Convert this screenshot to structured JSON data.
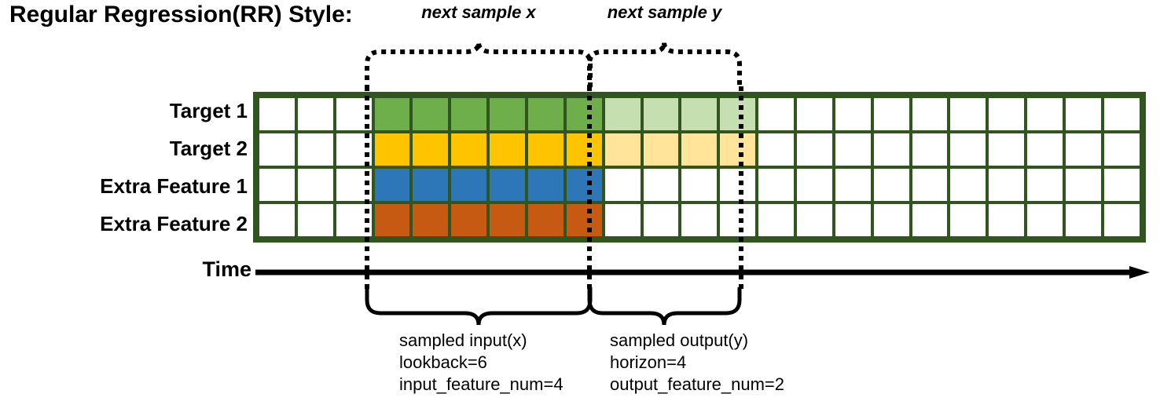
{
  "title": "Regular Regression(RR) Style:",
  "rows": [
    {
      "label": "Target 1",
      "color_key": "green"
    },
    {
      "label": "Target 2",
      "color_key": "yellow"
    },
    {
      "label": "Extra Feature 1",
      "color_key": "blue"
    },
    {
      "label": "Extra Feature 2",
      "color_key": "orange"
    }
  ],
  "grid": {
    "columns": 23,
    "leading_blank_columns": 3,
    "input_columns": 6,
    "output_columns": 4,
    "trailing_blank_columns": 10,
    "cell_fills": [
      [
        "white",
        "white",
        "white",
        "green",
        "green",
        "green",
        "green",
        "green",
        "green",
        "green-light",
        "green-light",
        "green-light",
        "green-light",
        "white",
        "white",
        "white",
        "white",
        "white",
        "white",
        "white",
        "white",
        "white",
        "white"
      ],
      [
        "white",
        "white",
        "white",
        "yellow",
        "yellow",
        "yellow",
        "yellow",
        "yellow",
        "yellow",
        "yellow-light",
        "yellow-light",
        "yellow-light",
        "yellow-light",
        "white",
        "white",
        "white",
        "white",
        "white",
        "white",
        "white",
        "white",
        "white",
        "white"
      ],
      [
        "white",
        "white",
        "white",
        "blue",
        "blue",
        "blue",
        "blue",
        "blue",
        "blue",
        "white",
        "white",
        "white",
        "white",
        "white",
        "white",
        "white",
        "white",
        "white",
        "white",
        "white",
        "white",
        "white",
        "white"
      ],
      [
        "white",
        "white",
        "white",
        "orange",
        "orange",
        "orange",
        "orange",
        "orange",
        "orange",
        "white",
        "white",
        "white",
        "white",
        "white",
        "white",
        "white",
        "white",
        "white",
        "white",
        "white",
        "white",
        "white",
        "white"
      ]
    ]
  },
  "colors": {
    "white": "#ffffff",
    "green": "#6FAF4B",
    "green-light": "#C5DFB0",
    "yellow": "#FFC400",
    "yellow-light": "#FFE49A",
    "blue": "#2D76B8",
    "orange": "#C75A12",
    "gridline": "#31551F",
    "axis": "#000000"
  },
  "axis": {
    "label": "Time"
  },
  "top_braces": [
    {
      "caption": "next sample x"
    },
    {
      "caption": "next sample y"
    }
  ],
  "bottom_braces": [
    {
      "line1": "sampled input(x)",
      "line2": "lookback=6",
      "line3": "input_feature_num=4"
    },
    {
      "line1": "sampled output(y)",
      "line2": "horizon=4",
      "line3": "output_feature_num=2"
    }
  ]
}
